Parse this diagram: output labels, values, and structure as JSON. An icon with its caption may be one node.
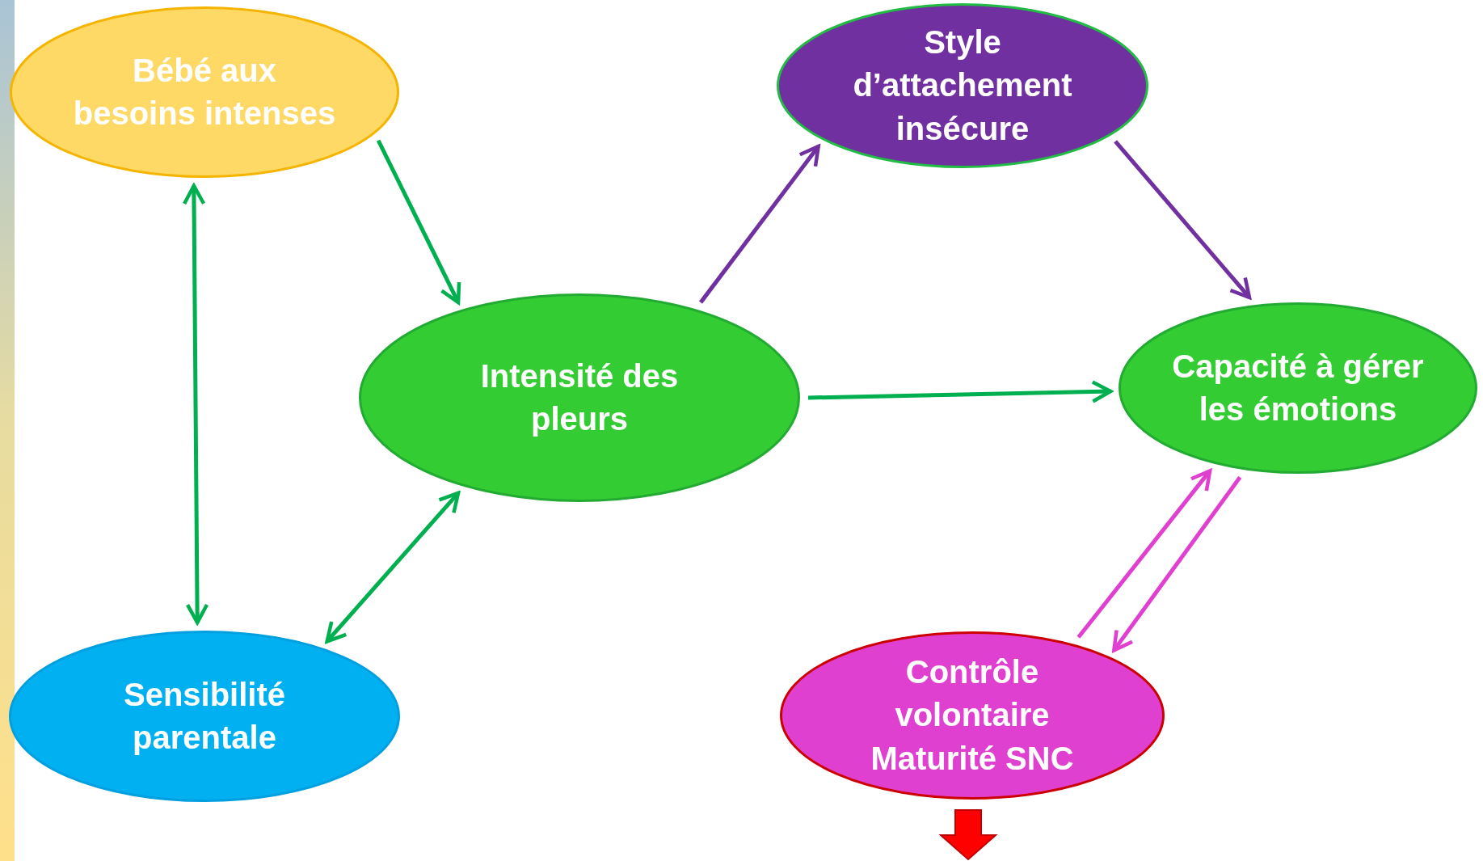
{
  "diagram": {
    "nodes": [
      {
        "text": [
          "Bébé aux besoins intenses"
        ]
      },
      {
        "text": [
          "Style d’attachement insécure"
        ]
      },
      {
        "text": [
          "Intensité des pleurs"
        ]
      },
      {
        "text": [
          "Capacité à gérer les émotions"
        ]
      },
      {
        "text": [
          "Sensibilité parentale"
        ]
      },
      {
        "text": [
          "Contrôle volontaire Maturité SNC"
        ]
      }
    ],
    "edges": [
      {
        "from": 0,
        "to": 2,
        "arrow": "to"
      },
      {
        "from": 0,
        "to": 4,
        "arrow": "both"
      },
      {
        "from": 2,
        "to": 4,
        "arrow": "both"
      },
      {
        "from": 2,
        "to": 1,
        "arrow": "to",
        "color": "#7030a0"
      },
      {
        "from": 1,
        "to": 3,
        "arrow": "to",
        "color": "#7030a0"
      },
      {
        "from": 2,
        "to": 3,
        "arrow": "to"
      },
      {
        "from": 5,
        "to": 3,
        "arrow": "to",
        "color": "#e040d0"
      },
      {
        "from": 3,
        "to": 5,
        "arrow": "to",
        "color": "#e040d0"
      }
    ]
  }
}
